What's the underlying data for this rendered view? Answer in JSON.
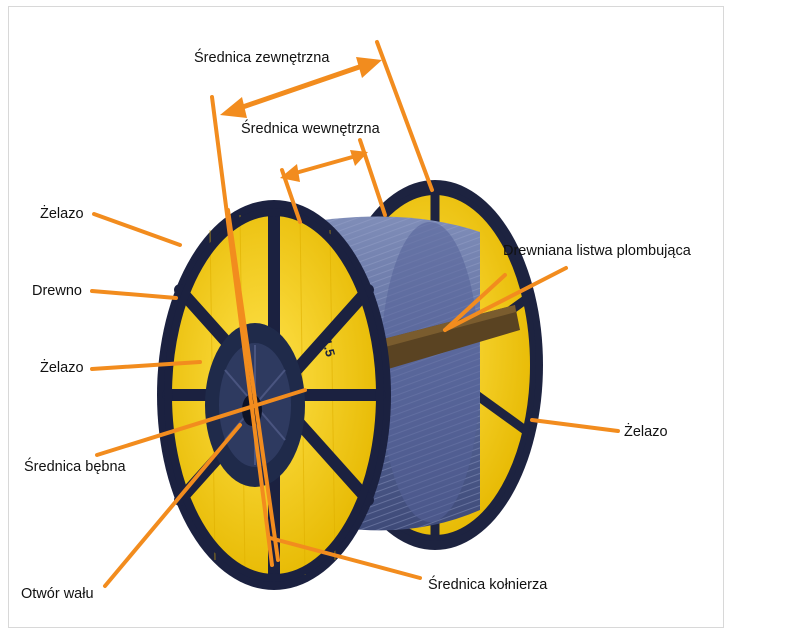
{
  "figure": {
    "title": "",
    "accent_color": "#f28c1e",
    "labels": {
      "outer_diameter": "Średnica zewnętrzna",
      "inner_diameter": "Średnica wewnętrzna",
      "iron_top_left": "Żelazo",
      "wood": "Drewno",
      "iron_mid_left": "Żelazo",
      "drum_diameter": "Średnica bębna",
      "shaft_hole": "Otwór wału",
      "flange_diameter": "Średnica kołnierza",
      "wooden_lagging": "Drewniana listwa plombująca",
      "iron_right": "Żelazo"
    },
    "stencil": "1.5"
  }
}
